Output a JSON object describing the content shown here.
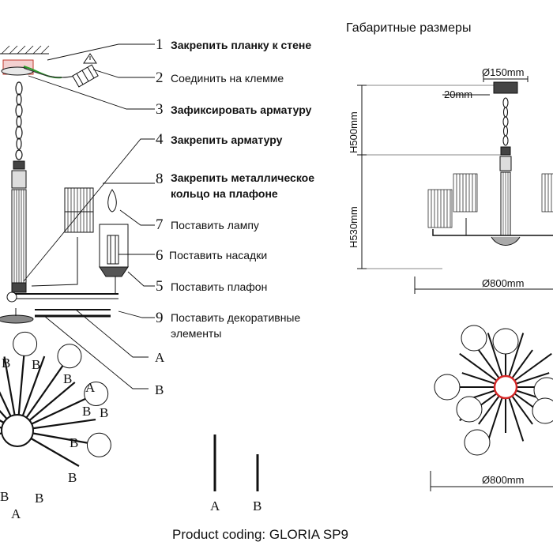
{
  "header": {
    "dimensions_title": "Габаритные размеры"
  },
  "steps": [
    {
      "num": "1",
      "text": "Закрепить планку к стене"
    },
    {
      "num": "2",
      "text": "Соединить на клемме"
    },
    {
      "num": "3",
      "text": "Зафиксировать арматуру"
    },
    {
      "num": "4",
      "text": "Закрепить арматуру"
    },
    {
      "num": "8",
      "text": "Закрепить металлическое",
      "text2": "кольцо на плафоне"
    },
    {
      "num": "7",
      "text": "Поставить лампу"
    },
    {
      "num": "6",
      "text": "Поставить насадки"
    },
    {
      "num": "5",
      "text": "Поставить плафон"
    },
    {
      "num": "9",
      "text": "Поставить декоративные",
      "text2": "элементы"
    }
  ],
  "parts": {
    "a": "A",
    "b": "B"
  },
  "dimensions": {
    "canopy": "Ø150mm",
    "offset": "20mm",
    "h_top": "H500mm",
    "h_body": "H530mm",
    "width_side": "Ø800mm",
    "width_top": "Ø800mm"
  },
  "footer": {
    "product_coding": "Product coding: GLORIA SP9"
  }
}
